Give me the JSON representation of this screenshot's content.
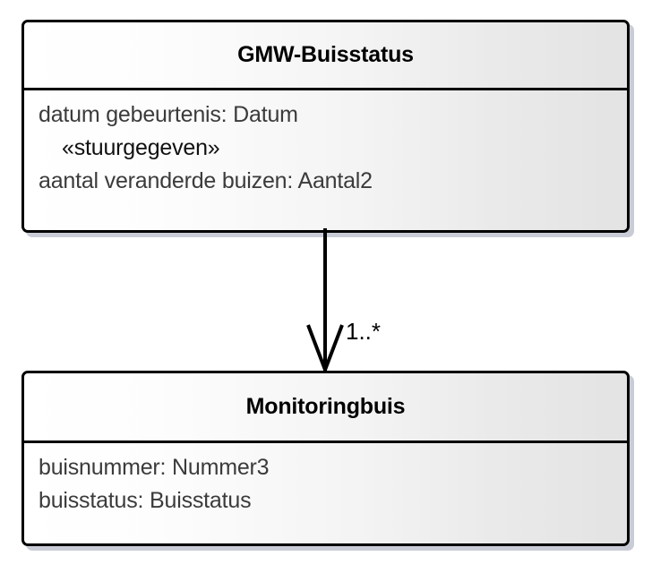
{
  "diagram": {
    "type": "uml-class-diagram",
    "background_color": "#ffffff",
    "classes": [
      {
        "id": "gmw-buisstatus",
        "name": "GMW-Buisstatus",
        "attributes": [
          {
            "text": "datum gebeurtenis: Datum",
            "style": "normal"
          },
          {
            "text": "«stuurgegeven»",
            "style": "stereotype"
          },
          {
            "text": "aantal veranderde buizen: Aantal2",
            "style": "normal"
          }
        ]
      },
      {
        "id": "monitoringbuis",
        "name": "Monitoringbuis",
        "attributes": [
          {
            "text": "buisnummer: Nummer3",
            "style": "normal"
          },
          {
            "text": "buisstatus: Buisstatus",
            "style": "normal"
          }
        ]
      }
    ],
    "connector": {
      "kind": "association-directed",
      "from": "gmw-buisstatus",
      "to": "monitoringbuis",
      "arrowhead": "open",
      "multiplicity_target": "1..*",
      "line_color": "#000000"
    },
    "colors": {
      "border": "#000000",
      "shadow": "#c9ccd6",
      "fill_start": "#ffffff",
      "fill_end": "#e3e3e3",
      "title_text": "#000000",
      "attribute_text": "#3b3b3b",
      "stereotype_text": "#111111"
    }
  }
}
